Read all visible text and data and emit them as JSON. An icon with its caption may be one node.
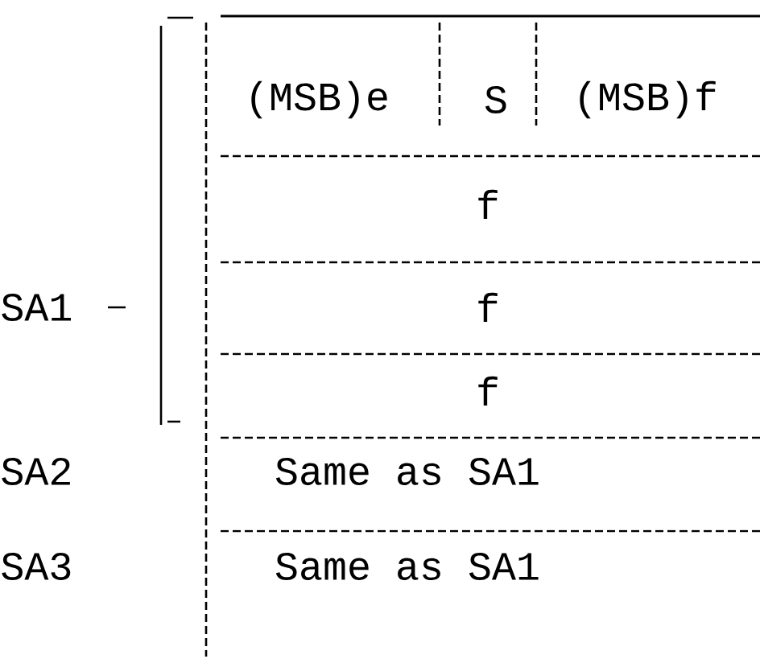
{
  "diagram": {
    "labels": [
      "(MSB)e",
      "S",
      "(MSB)f",
      "f",
      "SA1",
      "f",
      "f",
      "SA2",
      "Same as SA1",
      "SA3",
      "Same as SA1"
    ]
  }
}
